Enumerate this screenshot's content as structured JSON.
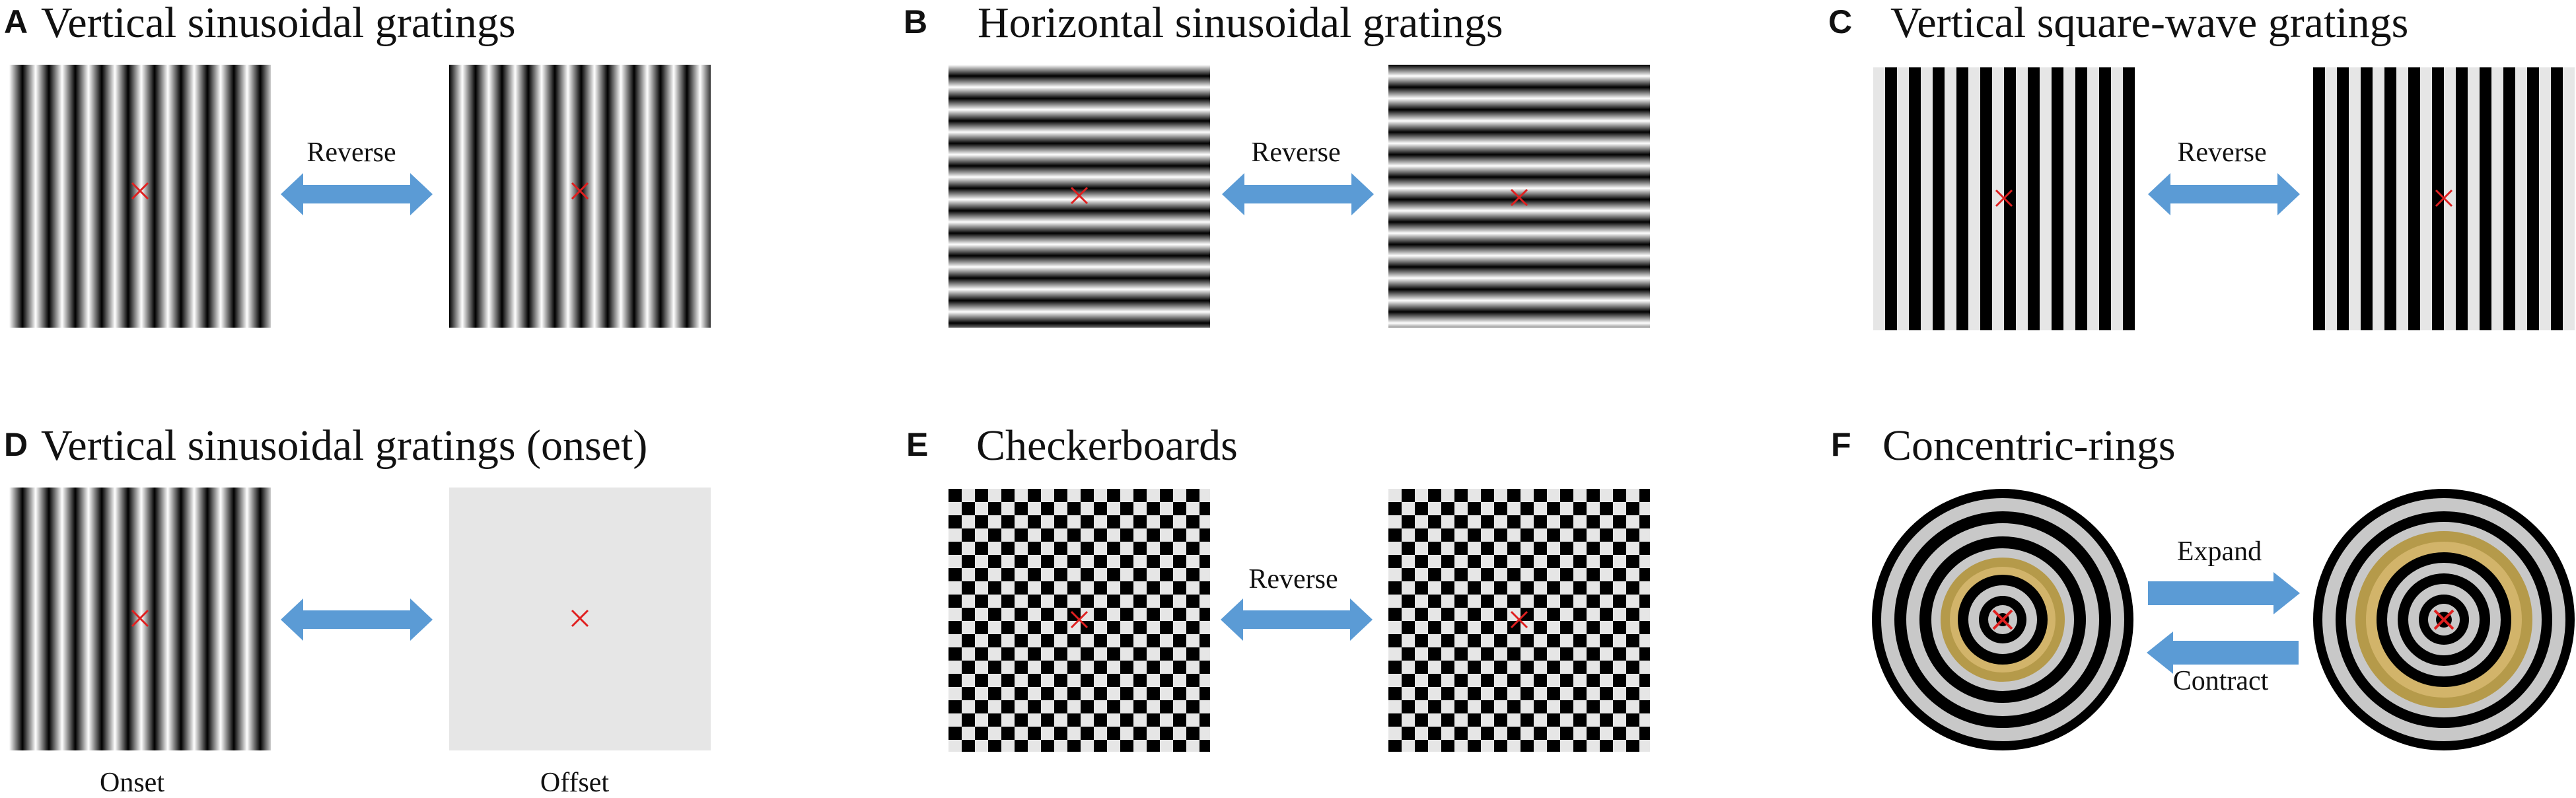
{
  "colors": {
    "arrow": "#5b9bd5",
    "fixation": "#e02020",
    "gray_background": "#e6e6e6",
    "ring_light": "#c8c8c8",
    "ring_gold": "#b59a4a"
  },
  "panels": {
    "A": {
      "letter": "A",
      "title": "Vertical sinusoidal gratings",
      "arrow_label": "Reverse"
    },
    "B": {
      "letter": "B",
      "title": "Horizontal sinusoidal gratings",
      "arrow_label": "Reverse"
    },
    "C": {
      "letter": "C",
      "title": "Vertical square-wave gratings",
      "arrow_label": "Reverse"
    },
    "D": {
      "letter": "D",
      "title": "Vertical sinusoidal gratings (onset)",
      "left_label": "Onset",
      "right_label": "Offset"
    },
    "E": {
      "letter": "E",
      "title": "Checkerboards",
      "arrow_label": "Reverse"
    },
    "F": {
      "letter": "F",
      "title": "Concentric-rings",
      "expand_label": "Expand",
      "contract_label": "Contract"
    }
  }
}
